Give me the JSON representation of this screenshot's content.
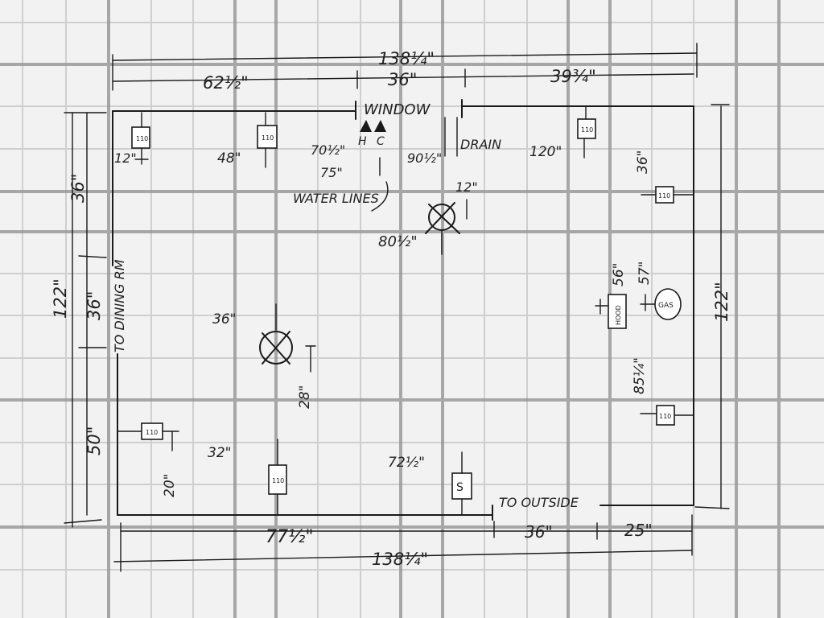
{
  "dimensions": {
    "top_total": "138¼\"",
    "top_left": "62½\"",
    "top_mid": "36\"",
    "top_right": "39¾\"",
    "bottom_left": "77½\"",
    "bottom_mid": "36\"",
    "bottom_right": "25\"",
    "bottom_total": "138¼\"",
    "left_total": "122\"",
    "left_top": "36\"",
    "left_mid": "36\"",
    "left_bottom": "50\"",
    "right_total": "122\""
  },
  "labels": {
    "window": "WINDOW",
    "hot": "H",
    "cold": "C",
    "drain": "DRAIN",
    "water_lines": "WATER LINES",
    "to_dining_rm": "TO DINING RM",
    "to_outside": "TO OUTSIDE"
  },
  "fixtures": {
    "outlet_label": "110",
    "hood_label": "HOOD",
    "gas_label": "GAS",
    "switch_label": "S"
  },
  "measurements": {
    "outlet_left_top_height": "12\"",
    "outlet_top_height": "48\"",
    "hot_water": "70½\"",
    "water_lines_height": "75\"",
    "drain_from_left": "90½\"",
    "light_top_offset": "12\"",
    "light_top_from_left": "80½\"",
    "outlet_top_right": "120\"",
    "outlet_right_top": "36\"",
    "hood_from_top": "56\"",
    "gas_from_top": "57\"",
    "outlet_right_bottom": "85¼\"",
    "light_mid_from_left": "36\"",
    "light_mid_height": "28\"",
    "outlet_left_bottom": "20\"",
    "outlet_bottom_left": "32\"",
    "switch_from_left": "72½\""
  }
}
